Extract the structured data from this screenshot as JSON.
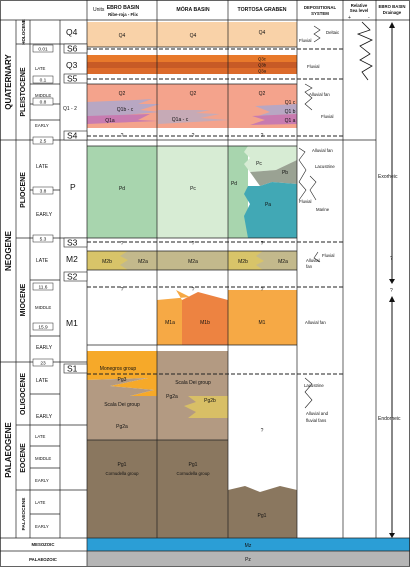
{
  "headers": {
    "units": "Units",
    "ebro": "EBRO BASIN",
    "ebro_sub": "Ribe-roja - Flix",
    "mora": "MÓRA BASIN",
    "tortosa": "TORTOSA GRABEN",
    "depositional": "DEPOSITIONAL",
    "depositional2": "SYSTEM",
    "sealevel": "Relative",
    "sealevel2": "Sea level",
    "plus": "+",
    "minus": "-",
    "drainage": "EBRO BASIN",
    "drainage2": "Drainage"
  },
  "eras": {
    "quaternary": "QUATERNARY",
    "neogene": "NEOGENE",
    "palaeogene": "PALAEOGENE",
    "mesozoic": "MESOZOIC",
    "palaeozoic": "PALAEOZOIC"
  },
  "periods": {
    "holocene": "HOLOCENE",
    "pleistocene": "PLEISTOCENE",
    "pliocene": "PLIOCENE",
    "miocene": "MIOCENE",
    "oligocene": "OLIGOCENE",
    "eocene": "EOCENE",
    "palaeocene": "PALAEOCENE"
  },
  "subdivisions": {
    "late1": "LATE",
    "middle1": "MIDDLE",
    "early1": "EARLY",
    "late2": "LATE",
    "early2": "EARLY",
    "late3": "LATE",
    "middle3": "MIDDLE",
    "early3": "EARLY",
    "late4": "LATE",
    "early4": "EARLY",
    "late5": "LATE",
    "middle5": "MIDDLE",
    "early5": "EARLY",
    "late6": "LATE",
    "early6": "EARLY"
  },
  "ages": [
    "0.01",
    "0.1",
    "0.8",
    "2.5",
    "3.8",
    "5.3",
    "11.6",
    "15.9",
    "23"
  ],
  "units": {
    "q4": "Q4",
    "s6": "S6",
    "q3": "Q3",
    "s5": "S5",
    "q12": "Q1 - 2",
    "s4": "S4",
    "p": "P",
    "s3": "S3",
    "m2": "M2",
    "s2": "S2",
    "m1": "M1",
    "s1": "S1"
  },
  "cells": {
    "ebro_q4": "Q4",
    "mora_q4": "Q4",
    "tort_q4": "Q4",
    "q3c": "Q3c",
    "q3b": "Q3b",
    "q3a": "Q3a",
    "ebro_q2": "Q2",
    "mora_q2": "Q2",
    "tort_q2": "Q2",
    "ebro_q1bc": "Q1b - c",
    "ebro_q1a": "Q1a",
    "mora_q1ac": "Q1a - c",
    "tort_q1c": "Q1 c",
    "tort_q1b": "Q1 b",
    "tort_q1a": "Q1 a",
    "q_ebro": "?",
    "q_mora": "?",
    "q_tort": "?",
    "pd": "Pd",
    "pc": "Pc",
    "tort_pd": "Pd",
    "tort_pc": "Pc",
    "pb": "Pb",
    "pa": "Pa",
    "q_ebro2": "?",
    "q_mora2": "?",
    "q_tort2": "?",
    "m2b_e": "M2b",
    "m2a_e": "M2a",
    "m2a_m": "M2a",
    "m2b_t": "M2b",
    "m2a_t": "M2a",
    "q_e3": "?",
    "q_m3": "?",
    "q_t3": "?",
    "m1a": "M1a",
    "m1b": "M1b",
    "m1_t": "M1",
    "monegros": "Monegros group",
    "pg3": "Pg3",
    "scala_e": "Scala Dei group",
    "pg2a_e": "Pg2a",
    "scala_m": "Scala Dei group",
    "pg2a_m": "Pg2a",
    "pg2b": "Pg2b",
    "q_t4": "?",
    "pg1_e": "Pg1",
    "corn_e": "Cornudella group",
    "pg1_m": "Pg1",
    "corn_m": "Cornudella group",
    "pg1_t": "Pg1",
    "mz": "Mz",
    "pz": "Pz"
  },
  "depositional": {
    "fluvial1": "Fluvial",
    "deltaic": "Deltaic",
    "fluvial2": "Fluvial",
    "alluvial1": "Alluvial fan",
    "fluvial3": "Fluvial",
    "alluvial2": "Alluvial fan",
    "lacustrine1": "Lacustrine",
    "fluvial4": "Fluvial",
    "marine": "Marine",
    "fluvial5": "Fluvial",
    "alluvial3a": "Alluvial",
    "alluvial3b": "fan",
    "alluvial4": "Alluvial fan",
    "lacustrine2": "Lacustrine",
    "alluvial5a": "Alluvial and",
    "alluvial5b": "fluvial fans"
  },
  "drainage": {
    "exorheic": "Exorheic",
    "endorheic": "Endorheic",
    "q1": "?",
    "q2": "?"
  },
  "colors": {
    "q4": "#f9d2a8",
    "q3c": "#e8792b",
    "q3b": "#c75a26",
    "q3a": "#dc6b2b",
    "q2": "#f4a38c",
    "q1b": "#b8a7c3",
    "q1a": "#c87bb0",
    "q1amora": "#c6aab6",
    "pd": "#a8d5ae",
    "pc": "#d7ecd4",
    "pb": "#9aa293",
    "pa": "#41a8b5",
    "m2a": "#c3b98c",
    "m2b": "#d8c469",
    "m1a": "#f6a945",
    "m1b": "#ed8341",
    "pg3": "#f6a929",
    "pg2a": "#b39a82",
    "pg2b": "#d8bf66",
    "pg1": "#8a775f",
    "mz": "#2b9ed6",
    "pz": "#b5b5b5"
  }
}
